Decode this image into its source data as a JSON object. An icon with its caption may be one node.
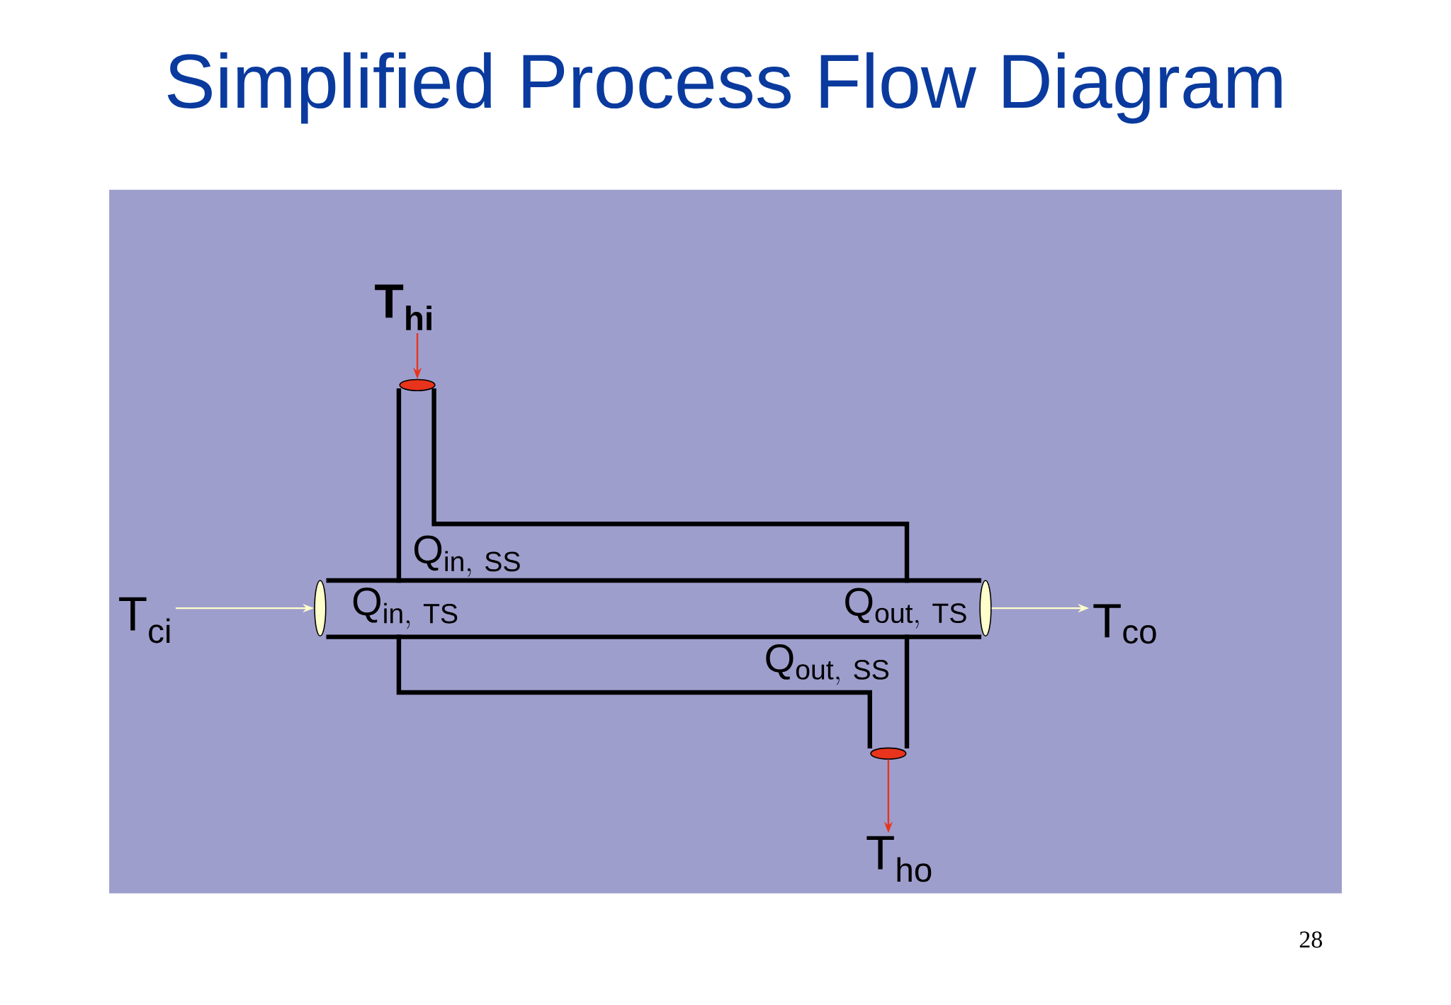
{
  "diagram": {
    "title": "Simplified Process Flow Diagram",
    "nodes": [
      {
        "text": [
          "T$_{hi}$"
        ]
      },
      {
        "text": [],
        "shape": "ellipse"
      },
      {
        "text": [],
        "shape": "ellipse"
      },
      {
        "text": [
          "T$_{ho}$"
        ]
      },
      {
        "text": [
          "T$_{ci}$"
        ]
      },
      {
        "text": [],
        "shape": "ellipse"
      },
      {
        "text": [],
        "shape": "ellipse"
      },
      {
        "text": [
          "T$_{co}$"
        ]
      }
    ],
    "edges": [
      {
        "from": 0,
        "to": 1,
        "arrow": "to",
        "color": "#e8341c"
      },
      {
        "from": 2,
        "to": 3,
        "arrow": "to",
        "color": "#e8341c"
      },
      {
        "from": 4,
        "to": 5,
        "arrow": "to",
        "color": "#ffffcc"
      },
      {
        "from": 6,
        "to": 7,
        "arrow": "to",
        "color": "#ffffcc"
      }
    ],
    "labels": [
      "\\mathrm{Q}_{\\mathrm{in,\\ SS}}",
      "\\mathrm{Q}_{\\mathrm{in,\\ TS}}",
      "\\mathrm{Q}_{\\mathrm{out,\\ TS}}",
      "\\mathrm{Q}_{\\mathrm{out,\\ SS}}",
      "28"
    ]
  }
}
